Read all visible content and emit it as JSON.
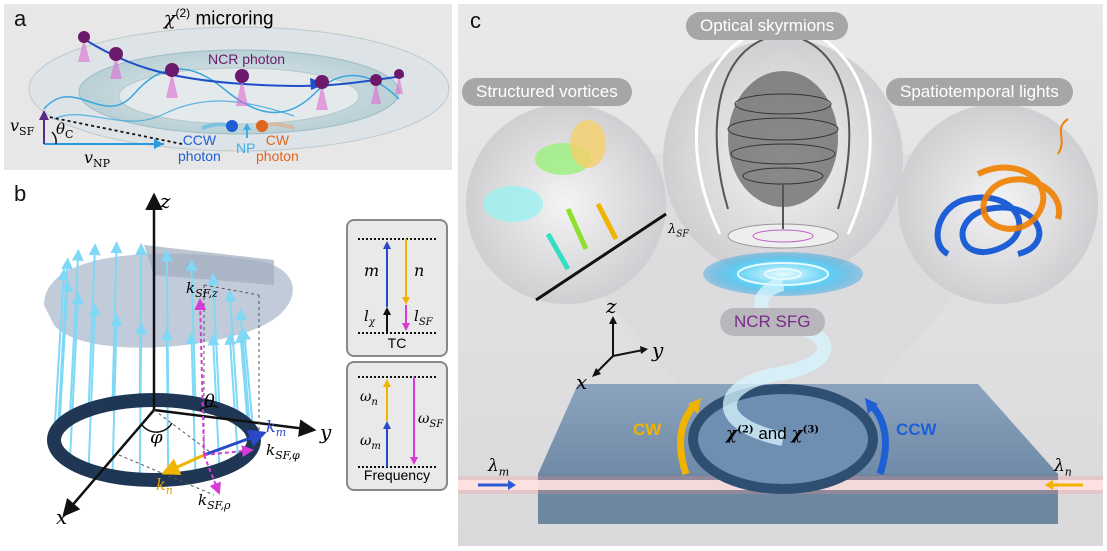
{
  "panel_a": {
    "label": "a",
    "title_chi": "χ",
    "title_sup": "(2)",
    "title_rest": " microring",
    "ncr_photon": "NCR photon",
    "v_sf": "v",
    "v_sf_sub": "SF",
    "theta_c": "θ",
    "theta_c_sub": "C",
    "v_np": "v",
    "v_np_sub": "NP",
    "ccw": "CCW",
    "ccw2": "photon",
    "np": "NP",
    "cw": "CW",
    "cw2": "photon"
  },
  "panel_b": {
    "label": "b",
    "z": "z",
    "y": "y",
    "x": "x",
    "phi": "φ",
    "theta": "θ",
    "k_sf_z": "k",
    "k_sf_z_sub": "SF,z",
    "k_m": "k",
    "k_m_sub": "m",
    "k_sf_phi": "k",
    "k_sf_phi_sub": "SF,φ",
    "k_n": "k",
    "k_n_sub": "n",
    "k_sf_rho": "k",
    "k_sf_rho_sub": "SF,ρ",
    "tc_box": {
      "m": "m",
      "n": "n",
      "l_chi": "l",
      "l_chi_sub": "χ",
      "l_sf": "l",
      "l_sf_sub": "SF",
      "caption": "TC"
    },
    "freq_box": {
      "w_n": "ω",
      "w_n_sub": "n",
      "w_m": "ω",
      "w_m_sub": "m",
      "w_sf": "ω",
      "w_sf_sub": "SF",
      "caption": "Frequency"
    }
  },
  "panel_c": {
    "label": "c",
    "optical_skyrmions": "Optical skyrmions",
    "structured_vortices": "Structured vortices",
    "spatiotemporal": "Spatiotemporal lights",
    "lambda_sf": "λ",
    "lambda_sf_sub": "SF",
    "ncr_sfg": "NCR SFG",
    "z": "z",
    "y": "y",
    "x": "x",
    "cw": "CW",
    "ccw": "CCW",
    "chi_text_1": "χ",
    "chi_sup_1": "(2)",
    "chi_and": " and ",
    "chi_text_2": "χ",
    "chi_sup_2": "(3)",
    "lambda_m": "λ",
    "lambda_m_sub": "m",
    "lambda_n": "λ",
    "lambda_n_sub": "n"
  },
  "colors": {
    "ncr_photon": "#6b1a6b",
    "ccw": "#1e5fd6",
    "cw": "#e0651e",
    "np": "#3ab0e8",
    "cyan_arrow": "#7fd8f5",
    "k_m": "#2a49c9",
    "k_n": "#f0b400",
    "k_sf": "#d83ad8",
    "sfg_label": "#7a2a8a"
  }
}
